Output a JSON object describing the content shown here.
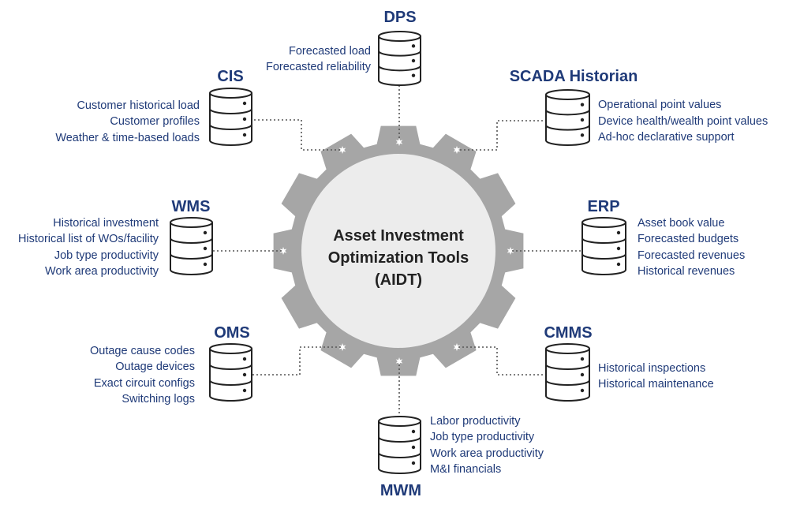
{
  "center": {
    "lines": [
      "Asset Investment",
      "Optimization Tools",
      "(AIDT)"
    ]
  },
  "colors": {
    "title": "#1f3a78",
    "item_text": "#1f3a78",
    "gear": "#a6a6a6",
    "gear_hub": "#ececec",
    "center_text": "#222222"
  },
  "sources": {
    "dps": {
      "name": "DPS",
      "items": [
        "Forecasted load",
        "Forecasted reliability"
      ]
    },
    "scada": {
      "name": "SCADA Historian",
      "items": [
        "Operational point values",
        "Device health/wealth point values",
        "Ad-hoc declarative support"
      ]
    },
    "erp": {
      "name": "ERP",
      "items": [
        "Asset book value",
        "Forecasted budgets",
        "Forecasted revenues",
        "Historical revenues"
      ]
    },
    "cmms": {
      "name": "CMMS",
      "items": [
        "Historical inspections",
        "Historical maintenance"
      ]
    },
    "mwm": {
      "name": "MWM",
      "items": [
        "Labor productivity",
        "Job type productivity",
        "Work area productivity",
        "M&I financials"
      ]
    },
    "oms": {
      "name": "OMS",
      "items": [
        "Outage cause codes",
        "Outage devices",
        "Exact circuit configs",
        "Switching logs"
      ]
    },
    "wms": {
      "name": "WMS",
      "items": [
        "Historical investment",
        "Historical list of WOs/facility",
        "Job type productivity",
        "Work area productivity"
      ]
    },
    "cis": {
      "name": "CIS",
      "items": [
        "Customer historical load",
        "Customer profiles",
        "Weather & time-based loads"
      ]
    }
  }
}
